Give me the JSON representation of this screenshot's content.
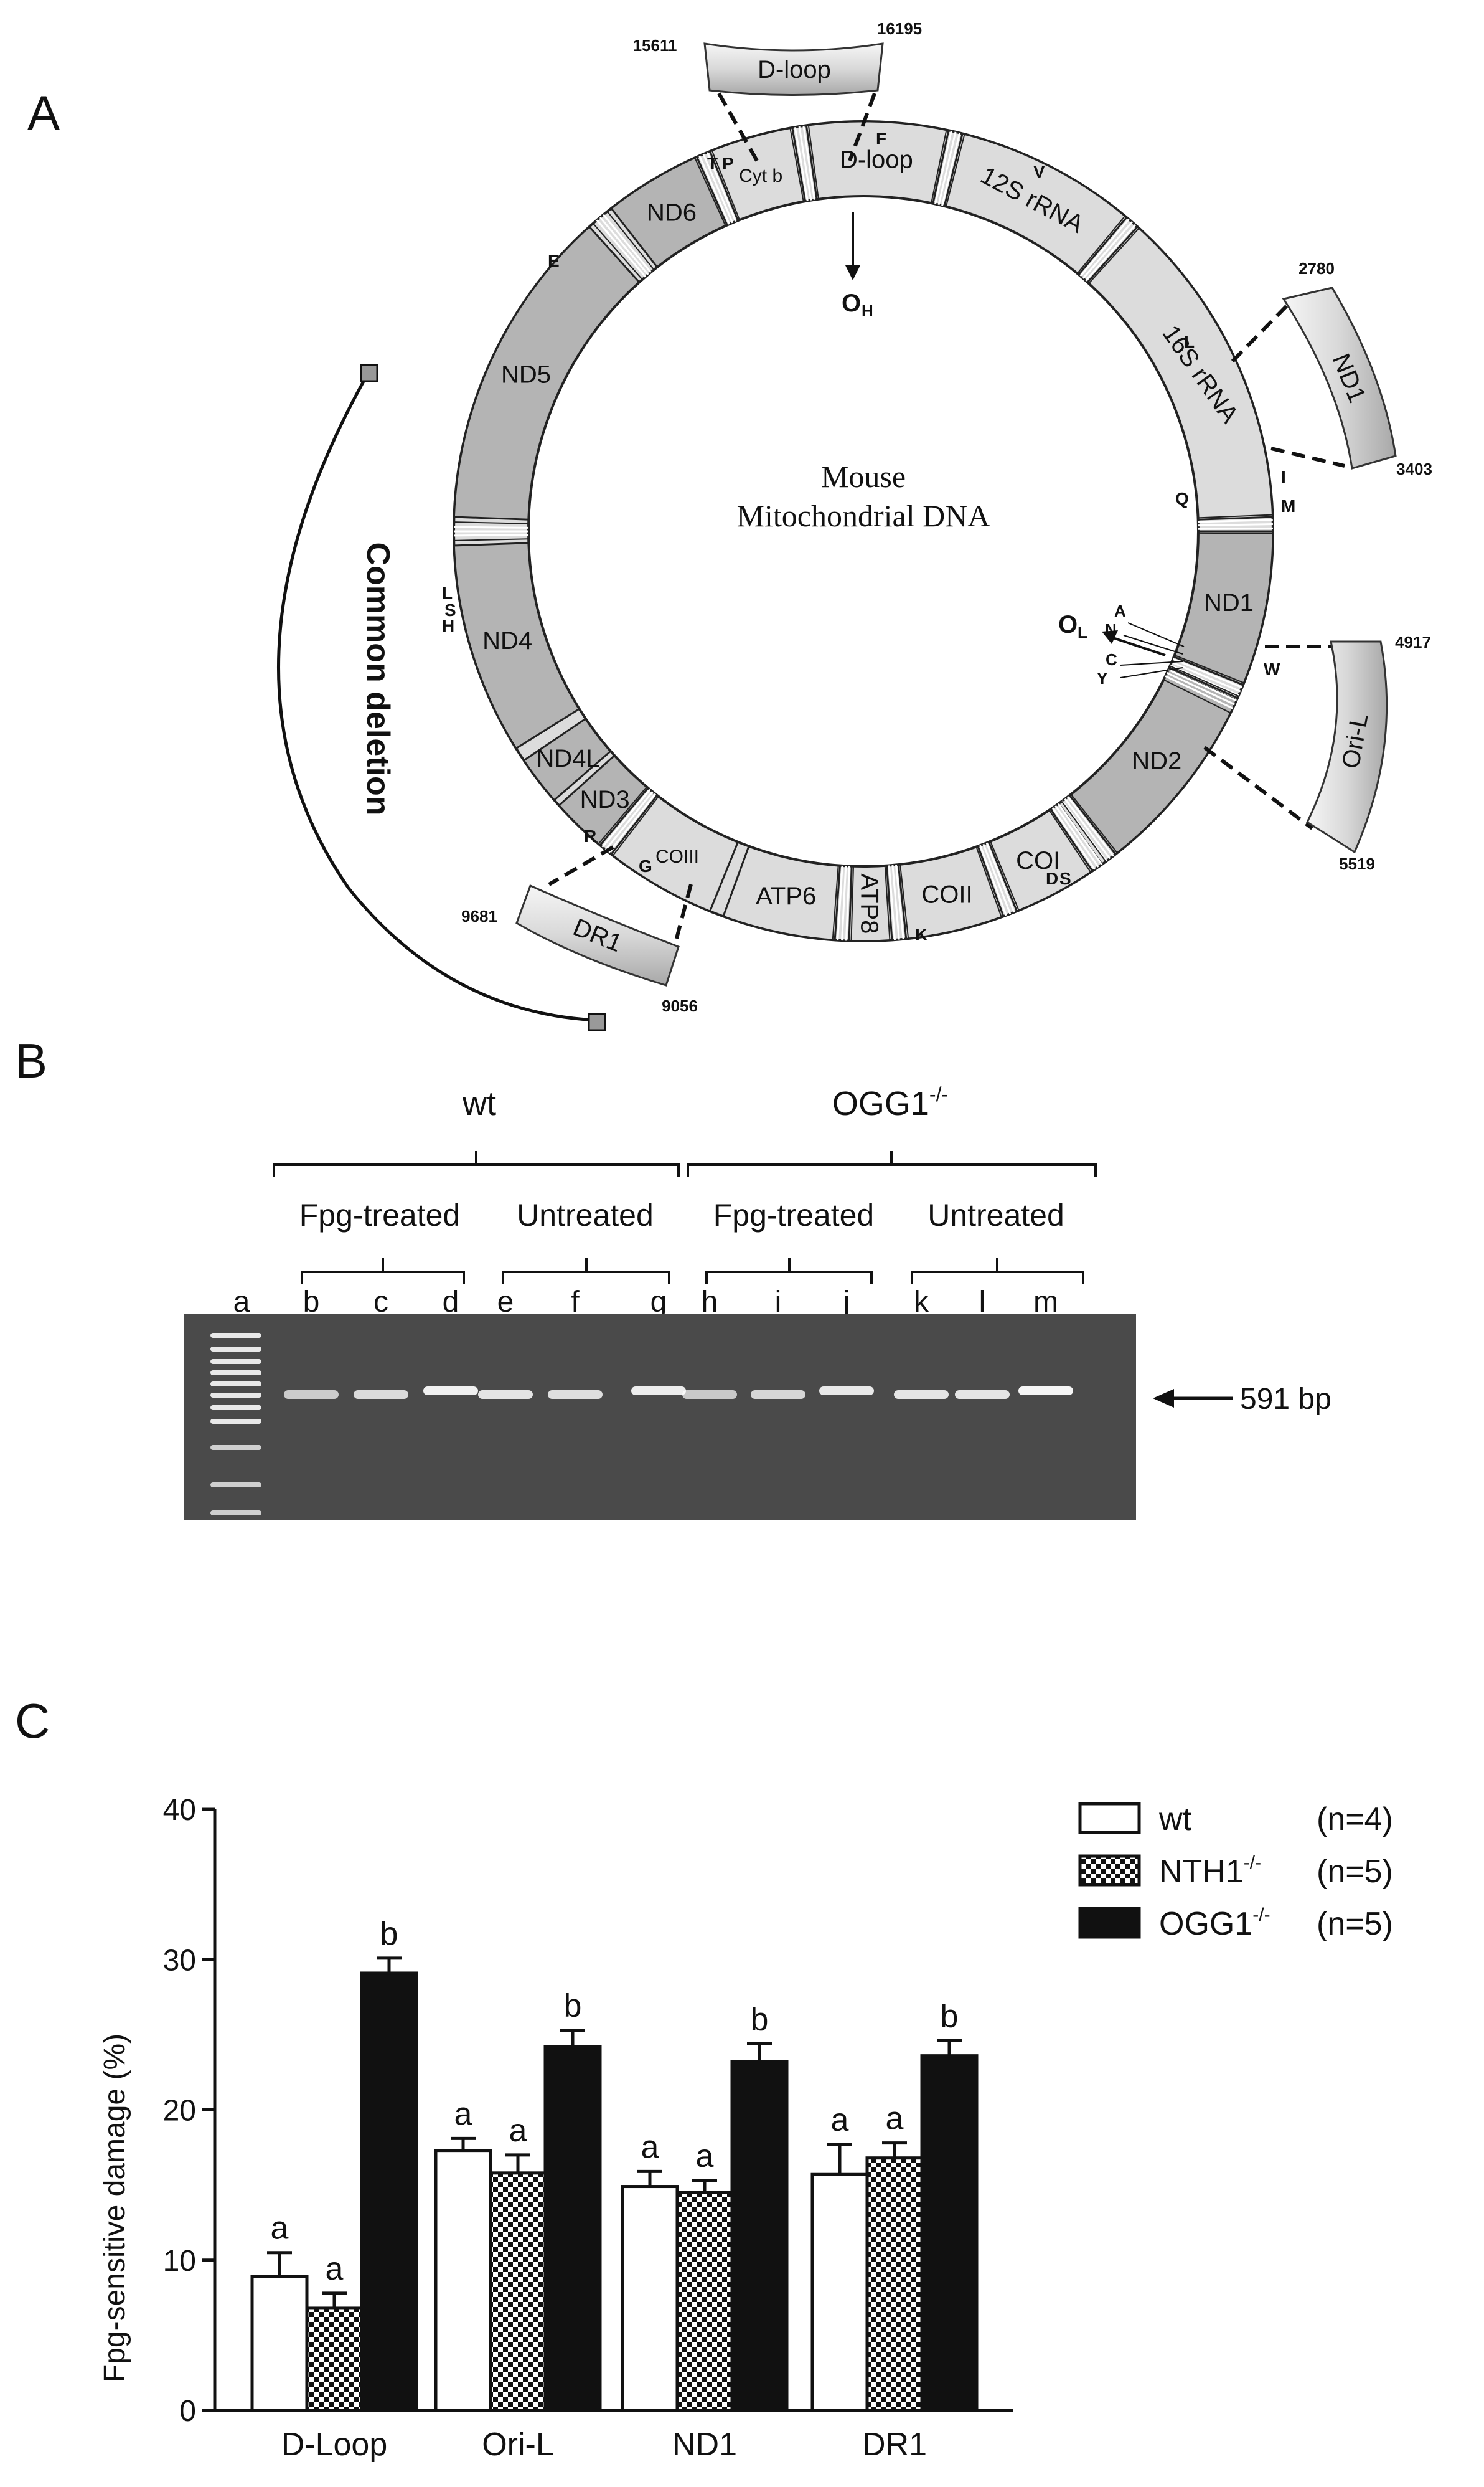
{
  "panels": {
    "a": "A",
    "b": "B",
    "c": "C"
  },
  "panel_a": {
    "title_line1": "Mouse",
    "title_line2": "Mitochondrial DNA",
    "common_deletion": "Common deletion",
    "origin_h_main": "O",
    "origin_h_sub": "H",
    "origin_l_main": "O",
    "origin_l_sub": "L",
    "segments": [
      {
        "label": "D-loop",
        "shade": "light"
      },
      {
        "label": "12S rRNA",
        "shade": "light"
      },
      {
        "label": "16S rRNA",
        "shade": "light"
      },
      {
        "label": "ND1",
        "shade": "dark"
      },
      {
        "label": "ND2",
        "shade": "dark"
      },
      {
        "label": "COI",
        "shade": "light"
      },
      {
        "label": "COII",
        "shade": "light"
      },
      {
        "label": "ATP8",
        "shade": "light"
      },
      {
        "label": "ATP6",
        "shade": "light"
      },
      {
        "label": "COIII",
        "shade": "light"
      },
      {
        "label": "ND3",
        "shade": "dark"
      },
      {
        "label": "ND4L",
        "shade": "dark"
      },
      {
        "label": "ND4",
        "shade": "dark"
      },
      {
        "label": "ND5",
        "shade": "dark"
      },
      {
        "label": "ND6",
        "shade": "dark"
      },
      {
        "label": "Cyt b",
        "shade": "light"
      }
    ],
    "trna_letters": [
      "F",
      "V",
      "L",
      "I",
      "Q",
      "M",
      "W",
      "A",
      "N",
      "C",
      "Y",
      "D",
      "S",
      "K",
      "G",
      "R",
      "H",
      "S",
      "L",
      "E",
      "T",
      "P"
    ],
    "callouts": [
      {
        "label": "D-loop",
        "start": "15611",
        "end": "16195"
      },
      {
        "label": "ND1",
        "start": "2780",
        "end": "3403"
      },
      {
        "label": "Ori-L",
        "start": "4917",
        "end": "5519"
      },
      {
        "label": "DR1",
        "start": "9681",
        "end": "9056"
      }
    ]
  },
  "panel_b": {
    "group_wt": "wt",
    "group_ogg_main": "OGG1",
    "group_ogg_sup": "-/-",
    "subgroups": [
      "Fpg-treated",
      "Untreated",
      "Fpg-treated",
      "Untreated"
    ],
    "lanes": [
      "a",
      "b",
      "c",
      "d",
      "e",
      "f",
      "g",
      "h",
      "i",
      "j",
      "k",
      "l",
      "m"
    ],
    "band_label": "591 bp",
    "band_intensity": [
      0.72,
      0.8,
      0.92,
      0.85,
      0.82,
      0.9,
      0.7,
      0.78,
      0.88,
      0.86,
      0.86,
      0.95
    ]
  },
  "chart_data": {
    "type": "bar",
    "categories": [
      "D-Loop",
      "Ori-L",
      "ND1",
      "DR1"
    ],
    "ylabel": "Fpg-sensitive damage (%)",
    "ylim": [
      0,
      40
    ],
    "yticks": [
      0,
      10,
      20,
      30,
      40
    ],
    "legend_placement": "top-right",
    "series": [
      {
        "name": "wt",
        "sup": "",
        "n": "(n=4)",
        "fill": "white",
        "values": [
          8.9,
          17.3,
          14.9,
          15.7
        ],
        "errors": [
          1.6,
          0.8,
          1.0,
          2.0
        ],
        "letters": [
          "a",
          "a",
          "a",
          "a"
        ]
      },
      {
        "name": "NTH1",
        "sup": "-/-",
        "n": "(n=5)",
        "fill": "checker",
        "values": [
          6.8,
          15.8,
          14.5,
          16.8
        ],
        "errors": [
          1.0,
          1.2,
          0.8,
          1.0
        ],
        "letters": [
          "a",
          "a",
          "a",
          "a"
        ]
      },
      {
        "name": "OGG1",
        "sup": "-/-",
        "n": "(n=5)",
        "fill": "black",
        "values": [
          29.1,
          24.2,
          23.2,
          23.6
        ],
        "errors": [
          1.0,
          1.1,
          1.2,
          1.0
        ],
        "letters": [
          "b",
          "b",
          "b",
          "b"
        ]
      }
    ]
  },
  "colors": {
    "light_segment": "#dcdcdc",
    "dark_segment": "#b4b4b4",
    "gel_background": "#4a4a4a",
    "band": "#ffffff"
  }
}
